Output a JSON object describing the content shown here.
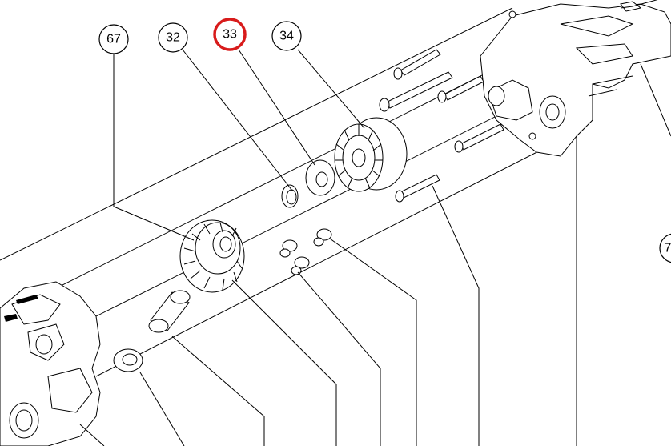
{
  "diagram": {
    "callouts": [
      {
        "id": "67",
        "label": "67",
        "highlighted": false
      },
      {
        "id": "32",
        "label": "32",
        "highlighted": false
      },
      {
        "id": "33",
        "label": "33",
        "highlighted": true
      },
      {
        "id": "34",
        "label": "34",
        "highlighted": false
      },
      {
        "id": "7x",
        "label": "7",
        "highlighted": false
      }
    ],
    "highlight_color": "#d81b1b"
  }
}
